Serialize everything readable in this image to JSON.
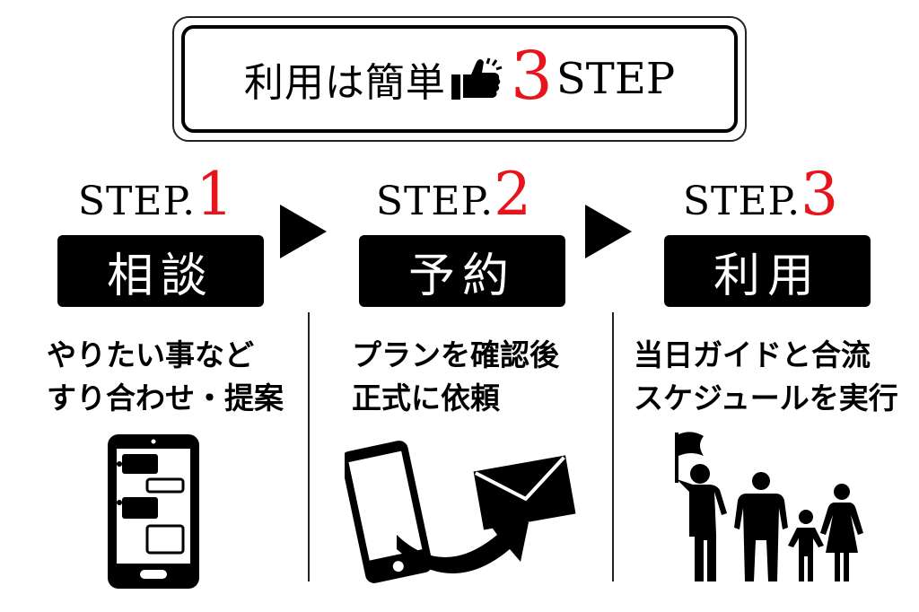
{
  "title": {
    "text": "利用は簡単",
    "number": "3",
    "suffix": "STEP",
    "icon": "thumbs-up-icon"
  },
  "accent_color": "#e8141c",
  "steps": [
    {
      "prefix": "STEP.",
      "number": "1",
      "name": "相談",
      "lines": [
        "やりたい事など",
        "すり合わせ・提案"
      ],
      "icon": "smartphone-chat-icon"
    },
    {
      "prefix": "STEP.",
      "number": "2",
      "name": "予約",
      "lines": [
        "プランを確認後",
        "正式に依頼"
      ],
      "icon": "phone-send-mail-icon"
    },
    {
      "prefix": "STEP.",
      "number": "3",
      "name": "利用",
      "lines": [
        "当日ガイドと合流",
        "スケジュールを実行"
      ],
      "icon": "guide-family-icon"
    }
  ]
}
